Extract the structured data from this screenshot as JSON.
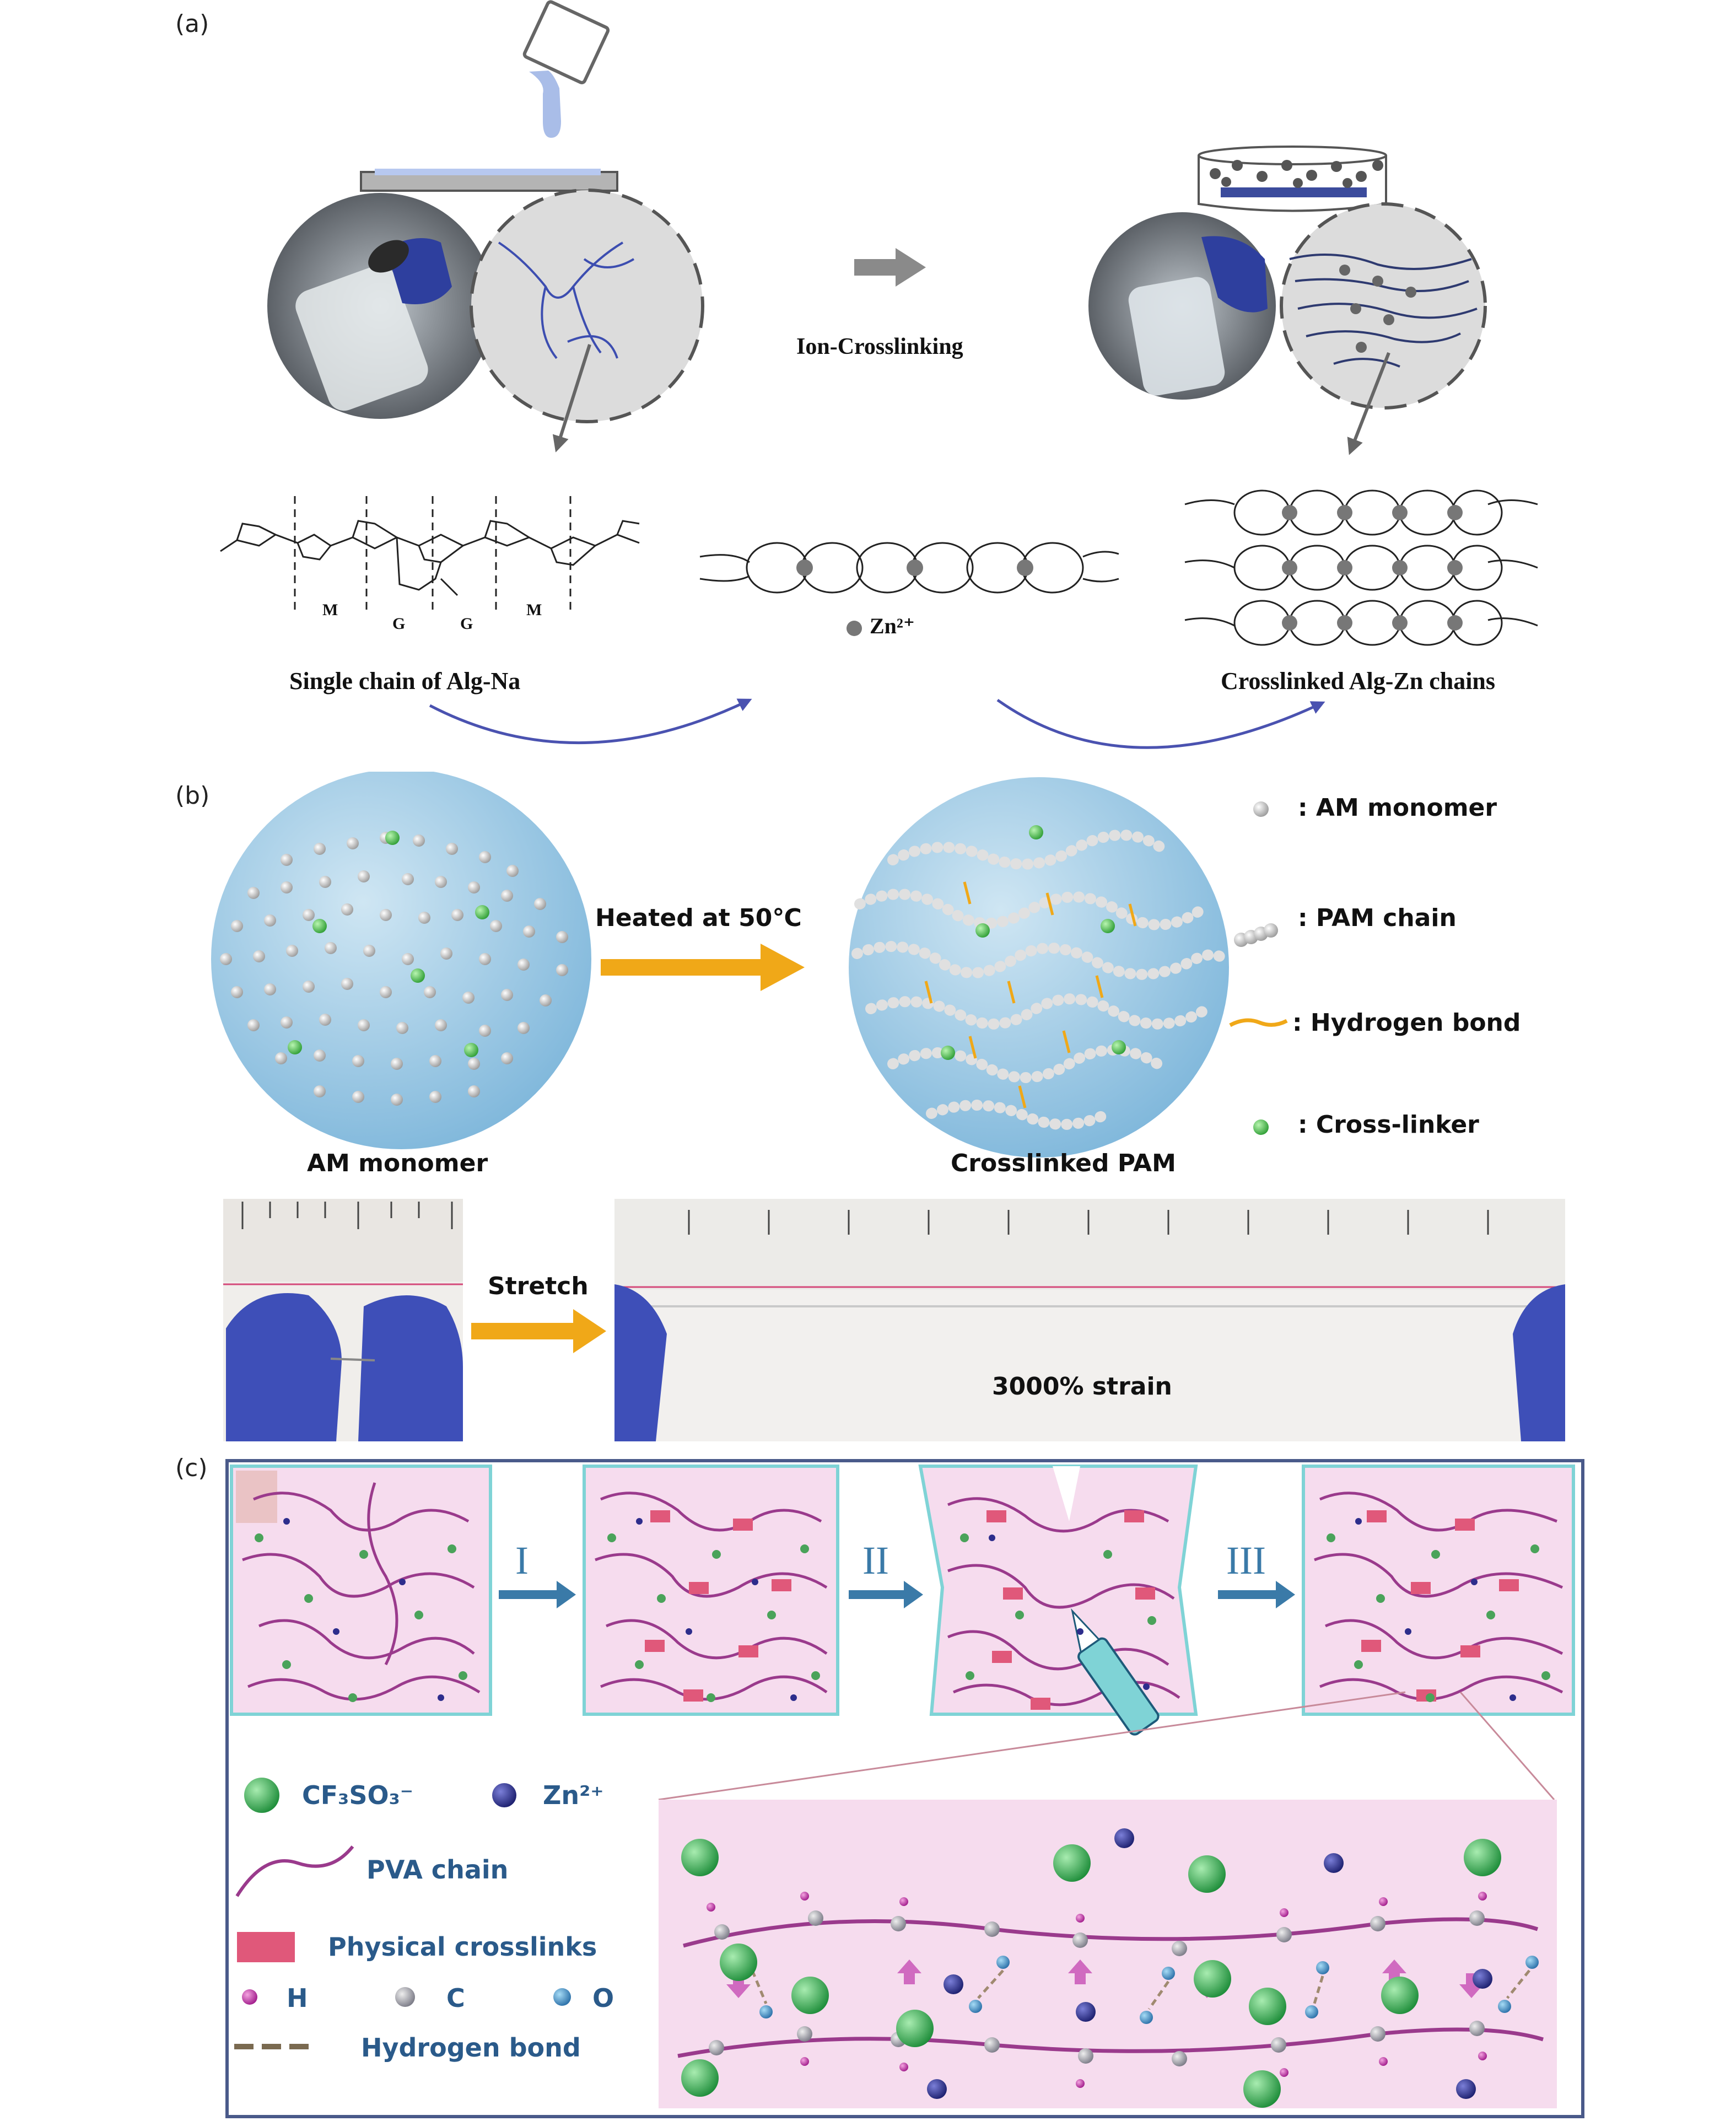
{
  "panel_a": {
    "label": "(a)",
    "ion_crosslinking": "Ion-Crosslinking",
    "single_chain_caption": "Single chain of Alg-Na",
    "zn_label": "Zn²⁺",
    "crosslinked_caption": "Crosslinked Alg-Zn chains",
    "residues": [
      "M",
      "G",
      "G",
      "M"
    ]
  },
  "panel_b": {
    "label": "(b)",
    "heated": "Heated at 50℃",
    "am_monomer_caption": "AM monomer",
    "crosslinked_pam_caption": "Crosslinked PAM",
    "legend": [
      {
        "label": ": AM monomer",
        "icon": "gray-sphere"
      },
      {
        "label": ": PAM chain",
        "icon": "sphere-chain"
      },
      {
        "label": ": Hydrogen bond",
        "icon": "orange-wave"
      },
      {
        "label": ": Cross-linker",
        "icon": "green-sphere"
      }
    ],
    "stretch": "Stretch",
    "strain": "3000% strain"
  },
  "panel_c": {
    "label": "(c)",
    "steps": [
      "I",
      "II",
      "III"
    ],
    "legend": {
      "cf3so3": "CF₃SO₃⁻",
      "zn": "Zn²⁺",
      "pva": "PVA chain",
      "physical": "Physical crosslinks",
      "h": "H",
      "c": "C",
      "o": "O",
      "hbond": "Hydrogen bond"
    }
  },
  "colors": {
    "blue_arrow": "#4a52b0",
    "orange": "#f0a818",
    "pink_bg": "#f6dcee",
    "teal_frame": "#7fd3d6",
    "purple_chain": "#9a3a8c",
    "green_ion": "#3fb35a",
    "zn_ion": "#2d2d8c",
    "glove": "#3e4fb8"
  }
}
